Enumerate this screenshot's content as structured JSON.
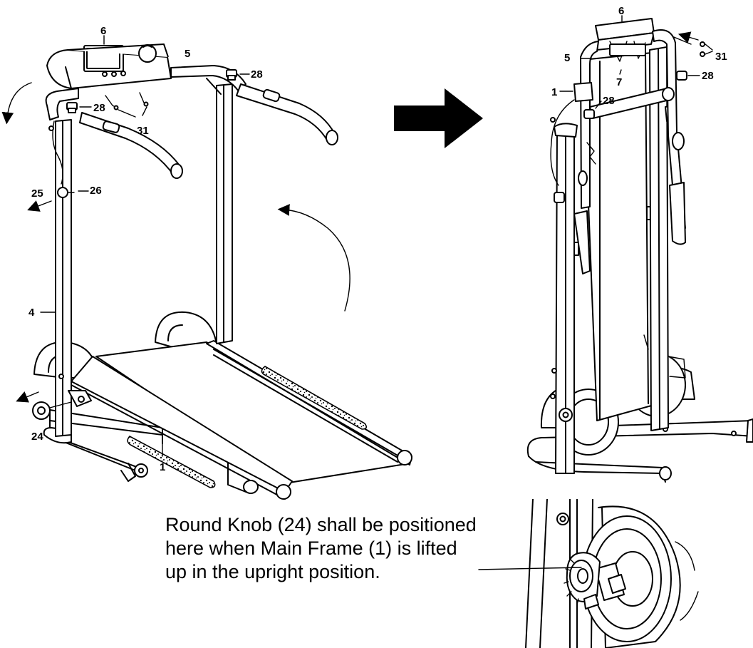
{
  "callouts": {
    "left_console": "6",
    "left_handlebar": "5",
    "left_knob_top_right": "28",
    "left_knob_top_left": "28",
    "left_screws": "31",
    "left_pin": "25",
    "left_upright_right": "26",
    "left_upright_left": "4",
    "left_round_knob": "24",
    "left_main_frame": "1",
    "right_console": "6",
    "right_handlebar": "5",
    "right_screws": "31",
    "right_bracket": "7",
    "right_knob_outer": "28",
    "right_main_frame": "1",
    "right_knob_inner": "28"
  },
  "caption": "Round Knob (24) shall be positioned here when Main Frame (1) is lifted up in the upright position."
}
